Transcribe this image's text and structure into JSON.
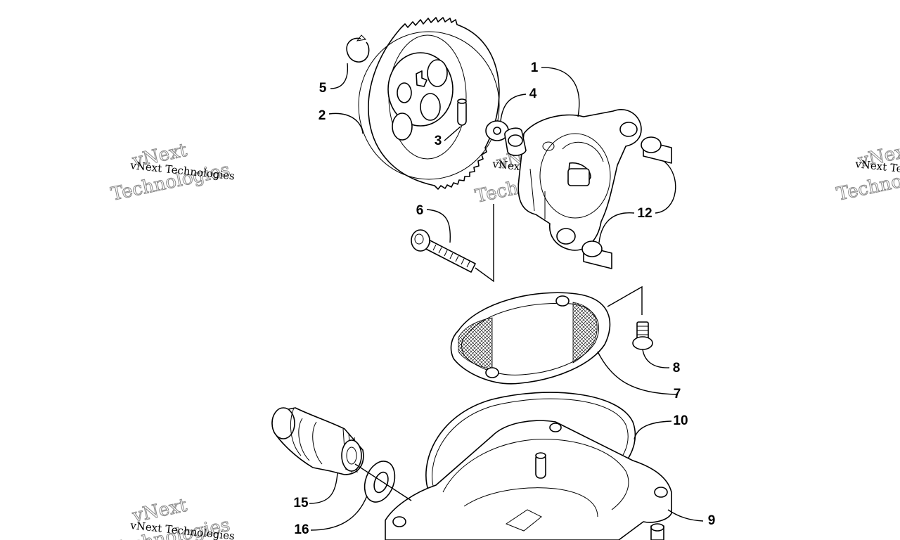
{
  "diagram": {
    "callouts": [
      "1",
      "2",
      "3",
      "4",
      "5",
      "6",
      "7",
      "8",
      "9",
      "10",
      "12",
      "15",
      "16"
    ]
  },
  "watermark": {
    "small_text": "vNext Technologies",
    "big_text_line1": "vNext",
    "big_text_line2": "Technologies"
  }
}
